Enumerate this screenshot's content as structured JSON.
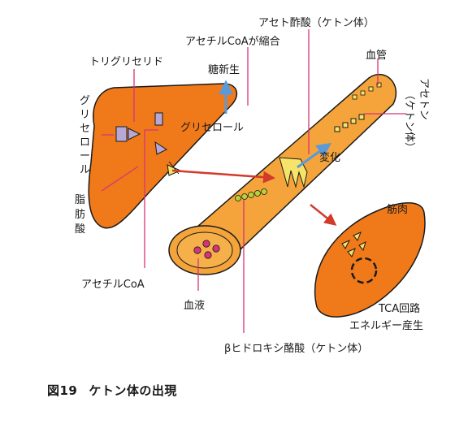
{
  "labels": {
    "acetoacetic": "アセト酢酸（ケトン体）",
    "acetylcoa_condense": "アセチルCoAが縮合",
    "blood_vessel": "血管",
    "triglyceride": "トリグリセリド",
    "gluconeogenesis": "糖新生",
    "acetone": [
      "アセトン",
      "（ケトン体）"
    ],
    "glycerol_left": [
      "グ",
      "リ",
      "セ",
      "ロ",
      "ー",
      "ル"
    ],
    "glycerol_inside": "グリセロール",
    "change": "変化",
    "fatty_acid": [
      "脂",
      "肪",
      "酸"
    ],
    "muscle": "筋肉",
    "acetylcoa": "アセチルCoA",
    "blood": "血液",
    "tca": "TCA回路",
    "energy": "エネルギー産生",
    "hydroxybutyric": "βヒドロキシ酪酸（ケトン体）"
  },
  "caption": {
    "figure": "図19",
    "title": "ケトン体の出現"
  },
  "colors": {
    "organ_fill": "#f07a1a",
    "vessel_fill": "#f4a43a",
    "outline": "#1a1a1a",
    "arrow_red": "#d23a2a",
    "arrow_blue": "#5a9ad8",
    "leader_pink": "#d8337a",
    "dot_green": "#b5d33a",
    "square_yellow": "#f5e36a",
    "lavender": "#b8a8d8"
  }
}
